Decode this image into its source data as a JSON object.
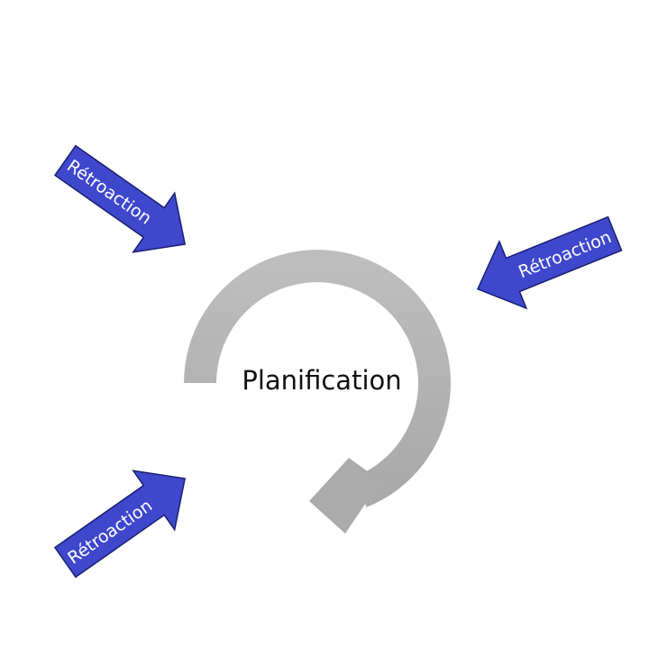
{
  "diagram": {
    "center_label": "Planification",
    "cycle_color": "#b3b3b3",
    "arrow_fill": "#3f48cc",
    "arrow_stroke": "#1a1f70",
    "feedback_arrows": [
      {
        "label": "Rétroaction",
        "direction": "down-right"
      },
      {
        "label": "Rétroaction",
        "direction": "down-left"
      },
      {
        "label": "Rétroaction",
        "direction": "up-right"
      }
    ]
  }
}
